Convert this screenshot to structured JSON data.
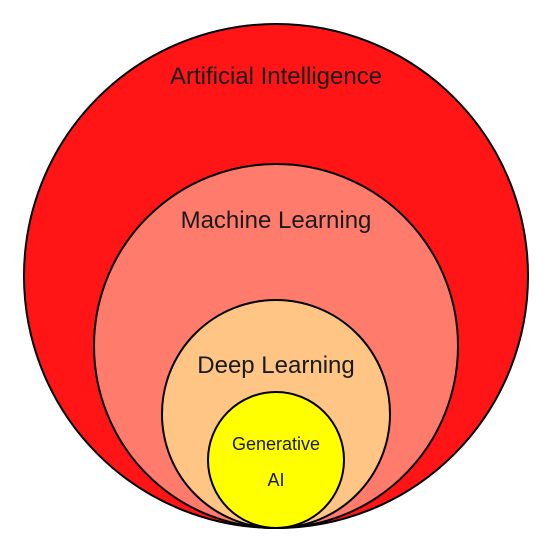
{
  "diagram": {
    "rings": [
      {
        "id": "ai",
        "label": "Artificial Intelligence",
        "fill": "#ff1515"
      },
      {
        "id": "ml",
        "label": "Machine Learning",
        "fill": "#ff7b6b"
      },
      {
        "id": "dl",
        "label": "Deep Learning",
        "fill": "#ffc585"
      },
      {
        "id": "genai",
        "label_line1": "Generative",
        "label_line2": "AI",
        "fill": "#ffff00"
      }
    ]
  }
}
